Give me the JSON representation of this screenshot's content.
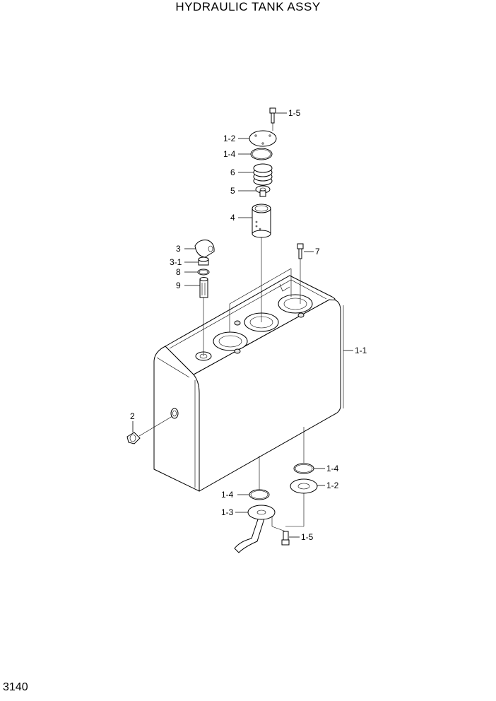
{
  "title": "HYDRAULIC TANK ASSY",
  "page_number": "3140",
  "callouts": {
    "c_1_5_top": "1-5",
    "c_1_2_top": "1-2",
    "c_1_4_top": "1-4",
    "c_6": "6",
    "c_5": "5",
    "c_4": "4",
    "c_3": "3",
    "c_3_1": "3-1",
    "c_8": "8",
    "c_9": "9",
    "c_7": "7",
    "c_1_1": "1-1",
    "c_2": "2",
    "c_1_4_right": "1-4",
    "c_1_2_right": "1-2",
    "c_1_4_left": "1-4",
    "c_1_3": "1-3",
    "c_1_5_bottom": "1-5"
  }
}
